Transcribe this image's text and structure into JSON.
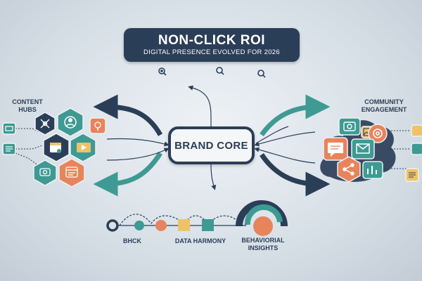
{
  "title": {
    "main": "NON-CLICK ROI",
    "subtitle": "DIGITAL PRESENCE EVOLVED FOR 2026"
  },
  "core": {
    "label": "BRAND CORE"
  },
  "left_cluster": {
    "label_line1": "CONTENT",
    "label_line2": "HUBS"
  },
  "right_cluster": {
    "label_line1": "COMMUNITY",
    "label_line2": "ENGAGEMENT"
  },
  "bottom": {
    "label_left": "BHCK",
    "label_middle": "DATA HARMONY",
    "label_right_line1": "BEHAVIORIAL",
    "label_right_line2": "INSIGHTS"
  },
  "colors": {
    "navy": "#2b3e57",
    "teal": "#3e9a93",
    "orange": "#e8845c",
    "yellow": "#f0c268",
    "background": "#d9e1e8"
  },
  "icons": [
    "zoom-in-icon",
    "search-icon",
    "play-icon",
    "calendar-icon",
    "user-icon",
    "chat-icon",
    "mail-icon",
    "camera-icon",
    "settings-icon"
  ]
}
